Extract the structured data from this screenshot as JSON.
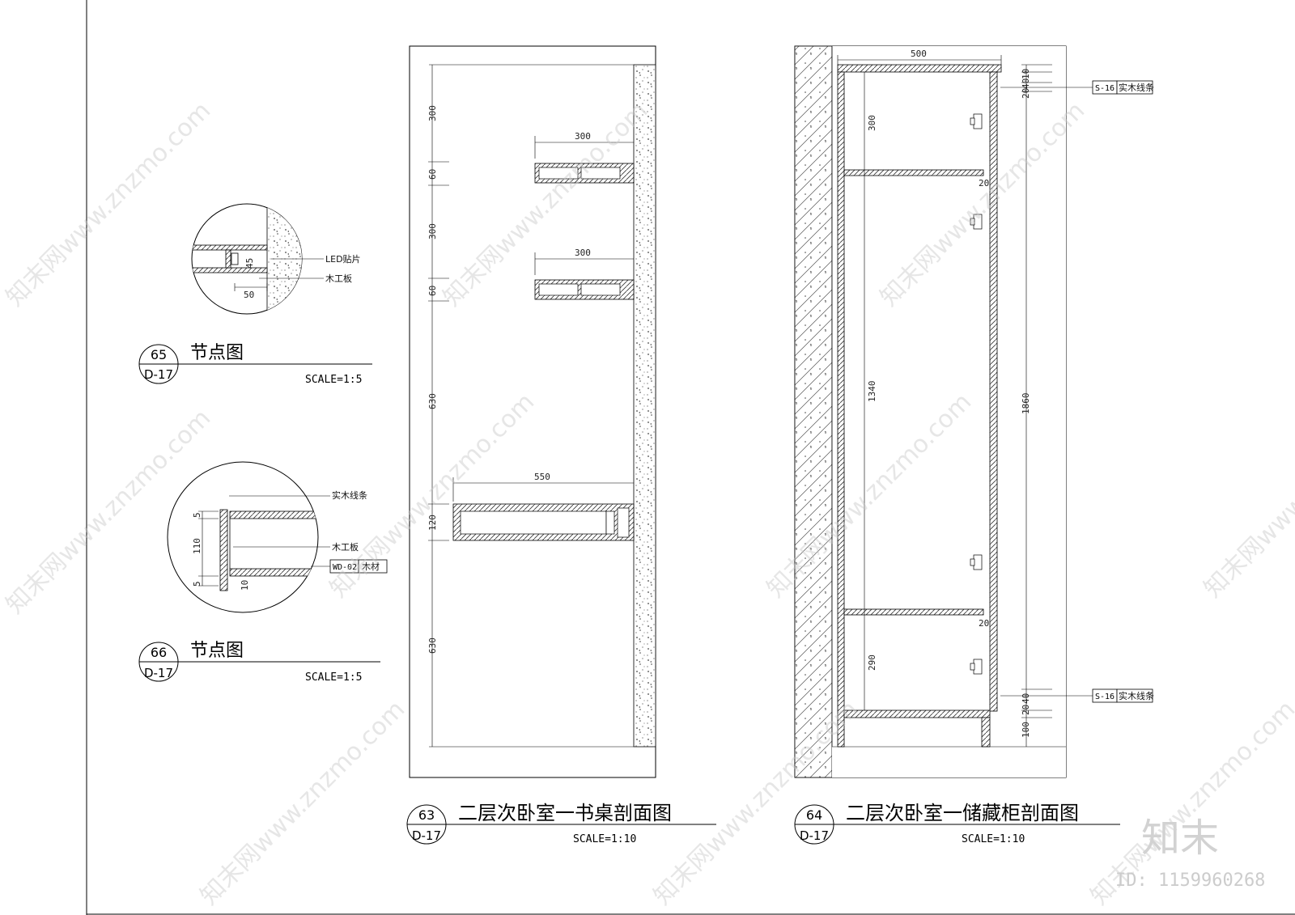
{
  "detail65": {
    "number": "65",
    "sheet": "D-17",
    "title": "节点图",
    "scale": "SCALE=1:5",
    "labels": [
      "LED贴片",
      "木工板"
    ],
    "dims": [
      "50",
      "45"
    ]
  },
  "detail66": {
    "number": "66",
    "sheet": "D-17",
    "title": "节点图",
    "scale": "SCALE=1:5",
    "labels": [
      "实木线条",
      "木工板"
    ],
    "material_tag": "WD-02",
    "material_name": "木材",
    "dims": [
      "5",
      "110",
      "5",
      "10"
    ]
  },
  "section63": {
    "number": "63",
    "sheet": "D-17",
    "title": "二层次卧室一书桌剖面图",
    "scale": "SCALE=1:10",
    "vertical_dims": [
      "300",
      "60",
      "300",
      "60",
      "630",
      "120",
      "630"
    ],
    "shelf_widths": [
      "300",
      "300"
    ],
    "desk_width": "550"
  },
  "section64": {
    "number": "64",
    "sheet": "D-17",
    "title": "二层次卧室一储藏柜剖面图",
    "scale": "SCALE=1:10",
    "top_width": "500",
    "inner_dims": [
      "300",
      "1340",
      "290"
    ],
    "overall_height": "1860",
    "right_dims_top": [
      "10",
      "40",
      "20"
    ],
    "right_dims_bottom": [
      "40",
      "20",
      "100"
    ],
    "shelf_gaps": [
      "20",
      "20"
    ],
    "callout_tag": "S-16",
    "callout_label": "实木线条"
  },
  "watermark": {
    "text": "知末网www.znzmo.com",
    "brand": "知末",
    "id": "ID: 1159960268"
  }
}
